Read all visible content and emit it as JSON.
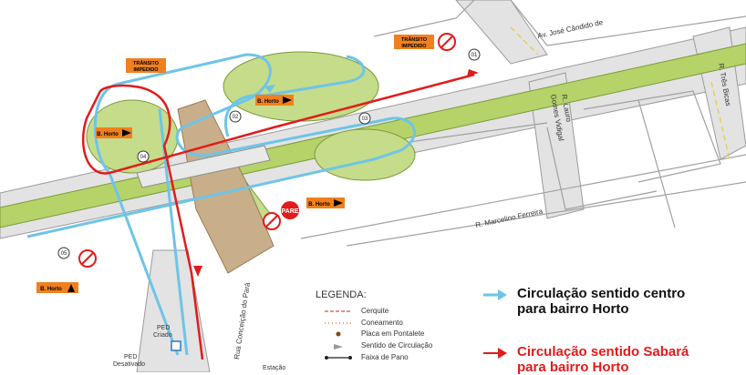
{
  "streets": {
    "av_jose_candido": "Av. José Cândido de",
    "r_tres_bicas": "R. Três Bicas",
    "r_lauro_gomes_vidigal": [
      "R. Lauro",
      "Gomes Vidigal"
    ],
    "r_marcelino_ferreira": "R. Marcelino Ferreira",
    "rua_conceicao_do_para": "Rua Conceição do Pará"
  },
  "signs": {
    "transito_impedido": [
      "TRÂNSITO",
      "IMPEDIDO"
    ],
    "b_horto": "B. Horto",
    "pare": "PARE",
    "ped_criado": [
      "PED",
      "Criado"
    ],
    "ped_desativado": [
      "PED",
      "Desativado"
    ],
    "estacao": "Estação",
    "markers": [
      "01",
      "02",
      "03",
      "04",
      "05"
    ]
  },
  "legend": {
    "title": "LEGENDA:",
    "items": [
      "Cerquite",
      "Coneamento",
      "Placa em Pontalete",
      "Sentido de Circulação",
      "Faixa de Pano"
    ]
  },
  "routes": {
    "blue": {
      "label_line1": "Circulação sentido centro",
      "label_line2": "para bairro Horto",
      "color": "#6ec4e8"
    },
    "red": {
      "label_line1": "Circulação sentido Sabará",
      "label_line2": "para bairro Horto",
      "color": "#e21b1b"
    }
  },
  "colors": {
    "road": "#d9d9d9",
    "grass": "#c5dc8a",
    "median": "#b6d36a",
    "dirt": "#c9ae8a",
    "sign_orange": "#f0801e"
  }
}
